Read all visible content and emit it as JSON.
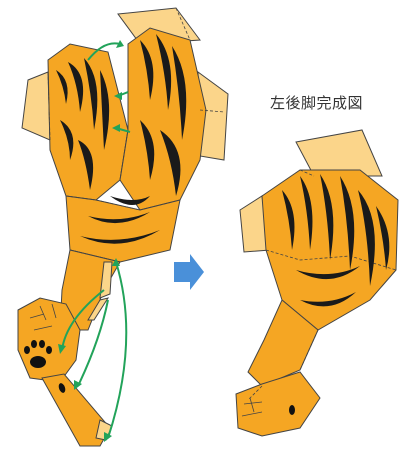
{
  "caption": "左後脚完成図",
  "colors": {
    "skin": "#F5A623",
    "skin_light": "#FBD58A",
    "outline": "#444444",
    "stripe": "#1a1a1a",
    "arrow_green": "#22A35A",
    "arrow_blue": "#4A90D9"
  },
  "icons": {
    "flat_pattern": "unfolded-leg-template",
    "assembled": "assembled-leg",
    "direction": "right-arrow",
    "paw": "paw-print"
  }
}
